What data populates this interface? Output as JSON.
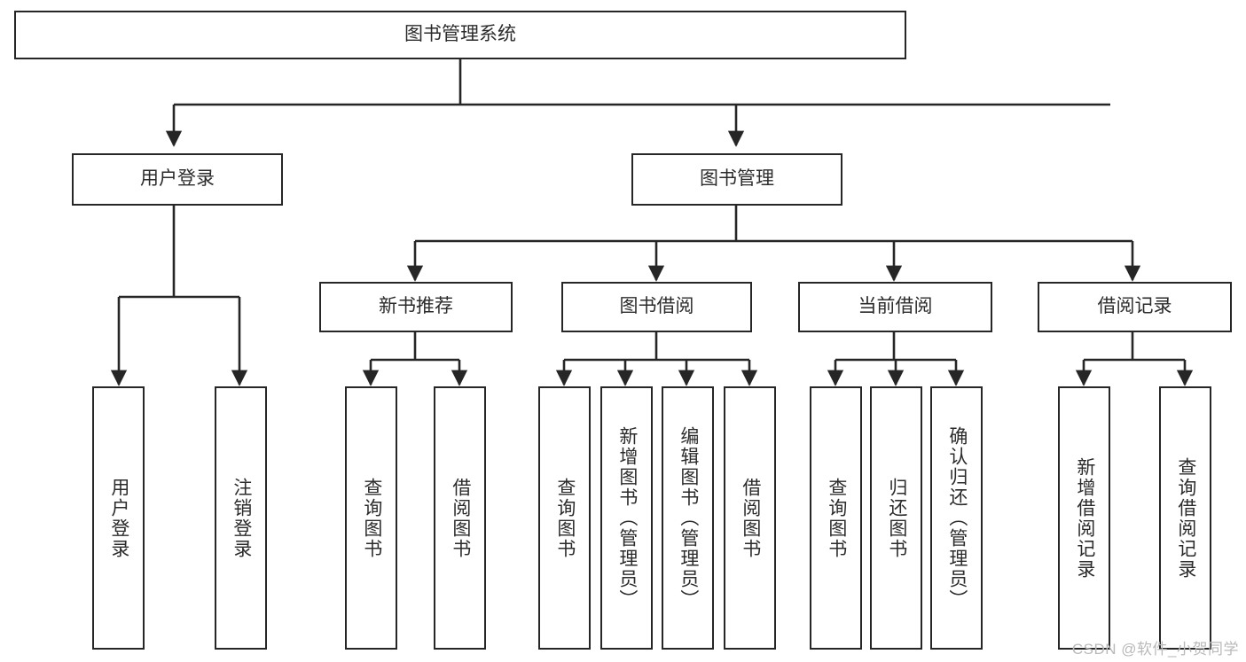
{
  "diagram": {
    "title": "图书管理系统",
    "type": "tree-hierarchy-diagram",
    "colors": {
      "box_border": "#262626",
      "box_fill": "#ffffff",
      "text": "#2b2b2b",
      "connector": "#262626",
      "watermark": "#b9b9b9"
    },
    "root": {
      "label": "图书管理系统"
    },
    "level1": [
      {
        "label": "用户登录"
      },
      {
        "label": "图书管理"
      }
    ],
    "level2": [
      {
        "label": "新书推荐"
      },
      {
        "label": "图书借阅"
      },
      {
        "label": "当前借阅"
      },
      {
        "label": "借阅记录"
      }
    ],
    "leaves": {
      "user_login": [
        {
          "label": "用户登录"
        },
        {
          "label": "注销登录"
        }
      ],
      "new_book_recommend": [
        {
          "label": "查询图书"
        },
        {
          "label": "借阅图书"
        }
      ],
      "book_borrow": [
        {
          "label": "查询图书"
        },
        {
          "label": "新增图书（管理员）"
        },
        {
          "label": "编辑图书（管理员）"
        },
        {
          "label": "借阅图书"
        }
      ],
      "current_borrow": [
        {
          "label": "查询图书"
        },
        {
          "label": "归还图书"
        },
        {
          "label": "确认归还（管理员）"
        }
      ],
      "borrow_record": [
        {
          "label": "新增借阅记录"
        },
        {
          "label": "查询借阅记录"
        }
      ]
    },
    "watermark": "CSDN @软件_小贺同学"
  }
}
